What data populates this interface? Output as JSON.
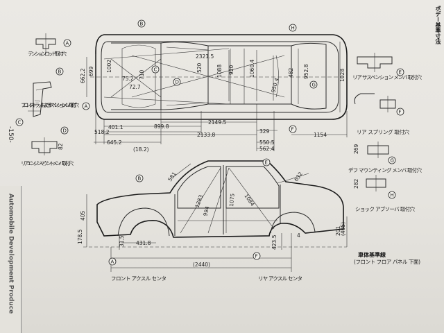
{
  "page": {
    "title": "ボデー基準寸法",
    "page_number": "-150-",
    "stamp": "Automobile Development Produce"
  },
  "callouts": [
    "A",
    "B",
    "C",
    "D",
    "E",
    "F",
    "G",
    "H"
  ],
  "parts": {
    "tension_rod": "テンション ロッド 取付穴",
    "front_strut": "フロント ストラット および サスペンション メンバ 取付穴",
    "rear_engine_mount": "リア エンジン マウント メンバ 取付穴",
    "rear_suspension": "リア サスペンション メンバ 取付穴",
    "rear_spring": "リア スプリング 取付穴",
    "diff_mounting": "デフ マウンティング メンバ 取付穴",
    "shock_absorber": "ショック アブソーバ 取付穴",
    "body_datum": "車体基準線",
    "body_datum_note": "(フロント フロア パネル 下面)",
    "front_axle": "フロント アクスル センタ",
    "rear_axle": "リヤ アクスル センタ"
  },
  "dims_top": {
    "d_2321": "2321.5",
    "d_520": "520",
    "d_1088": "1088",
    "d_920": "920",
    "d_1060": "1060.4",
    "d_950": "950.4",
    "d_482": "482",
    "d_952": "952.8",
    "d_1028": "1028",
    "d_662": "662.2",
    "d_699": "699",
    "d_1002": "1002",
    "d_75": "75.2",
    "d_72": "72.7",
    "d_710": "710",
    "d_401": "401.1",
    "d_518": "518.2",
    "d_899": "899.8",
    "d_2133": "2133.8",
    "d_2149": "2149.5",
    "d_329": "329",
    "d_645": "645.2",
    "d_550": "550.5",
    "d_562": "562.4",
    "d_1154": "1154",
    "d_18": "(18.2)",
    "d_82": "82",
    "d_269": "269",
    "d_282": "282"
  },
  "dims_side": {
    "d_581": "581",
    "d_1283": "1283",
    "d_994": "994",
    "d_1075": "1075",
    "d_1084": "1084",
    "d_632": "632",
    "d_431": "431.8",
    "d_2440": "(2440)",
    "d_405": "405",
    "d_405b": "(405)",
    "d_178": "178.5",
    "d_315": "31.5",
    "d_201": "201",
    "d_4235": "423.5",
    "d_4": "4"
  }
}
